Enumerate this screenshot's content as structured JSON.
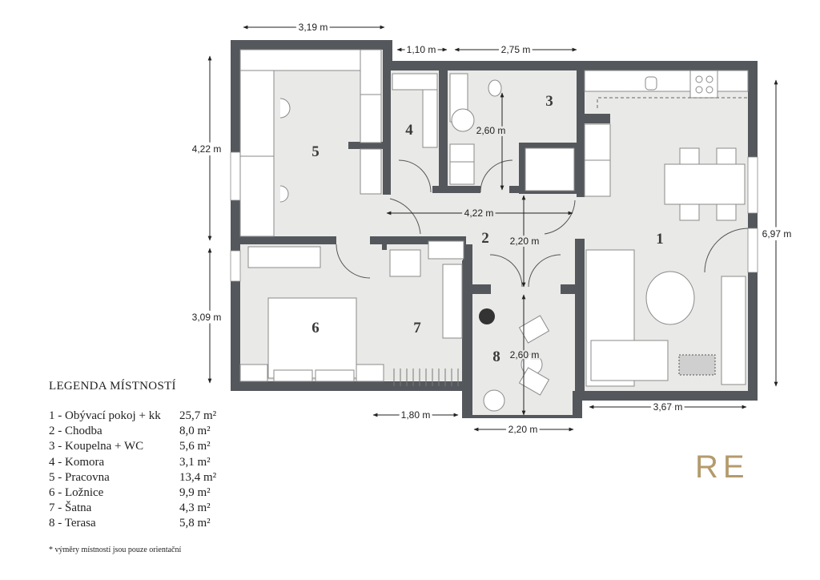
{
  "plan": {
    "dimensions": {
      "top_left_width": "3,19 m",
      "top_corridor": "1,10 m",
      "top_bath": "2,75 m",
      "left_upper": "4,22 m",
      "left_lower": "3,09 m",
      "right_total": "6,97 m",
      "hall_width": "4,22 m",
      "hall_height": "2,20 m",
      "bath_height": "2,60 m",
      "terrace_height": "2,60 m",
      "bottom_left": "1,80 m",
      "bottom_terrace": "2,20 m",
      "bottom_right": "3,67 m"
    },
    "rooms": [
      "1",
      "2",
      "3",
      "4",
      "5",
      "6",
      "7",
      "8"
    ]
  },
  "legend": {
    "title": "LEGENDA MÍSTNOSTÍ",
    "items": [
      {
        "name": "1 - Obývací pokoj + kk",
        "area": "25,7 m²"
      },
      {
        "name": "2 - Chodba",
        "area": "8,0 m²"
      },
      {
        "name": "3 - Koupelna + WC",
        "area": "5,6 m²"
      },
      {
        "name": "4 - Komora",
        "area": "3,1 m²"
      },
      {
        "name": "5 - Pracovna",
        "area": "13,4 m²"
      },
      {
        "name": "6 - Ložnice",
        "area": "9,9 m²"
      },
      {
        "name": "7 - Šatna",
        "area": "4,3 m²"
      },
      {
        "name": "8 - Terasa",
        "area": "5,8 m²"
      }
    ],
    "note": "*  výměry místností jsou pouze orientační"
  },
  "logo": "RE",
  "colors": {
    "wall": "#54585c",
    "floor": "#e9e9e7",
    "logo": "#b49a6c"
  }
}
